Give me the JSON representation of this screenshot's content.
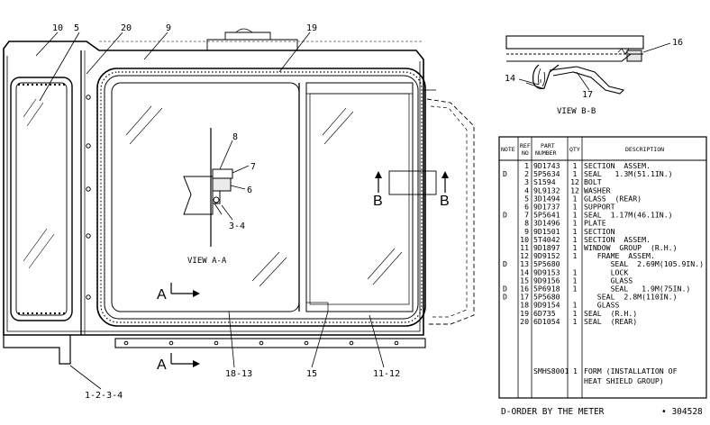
{
  "callouts": {
    "c10": "10",
    "c5": "5",
    "c20": "20",
    "c9": "9",
    "c19": "19",
    "c8": "8",
    "c7": "7",
    "c6": "6",
    "c3_4": "3-4",
    "c18_13": "18-13",
    "c15": "15",
    "c11_12": "11-12",
    "c1_2_3_4": "1-2-3-4",
    "c16": "16",
    "c14": "14",
    "c17": "17"
  },
  "views": {
    "view_aa": "VIEW A-A",
    "view_bb": "VIEW B-B"
  },
  "section_markers": {
    "a_top": "A",
    "a_bottom": "A",
    "b_left": "B",
    "b_right": "B"
  },
  "table": {
    "headers": {
      "note": "NOTE",
      "ref": [
        "REF",
        "NO"
      ],
      "part": [
        "PART",
        "NUMBER"
      ],
      "qty": "QTY",
      "desc": "DESCRIPTION"
    },
    "rows": [
      {
        "note": "",
        "ref": "1",
        "part": "9D1743",
        "qty": "1",
        "desc": "SECTION  ASSEM."
      },
      {
        "note": "D",
        "ref": "2",
        "part": "5P5634",
        "qty": "1",
        "desc": "SEAL   1.3M(51.1IN.)"
      },
      {
        "note": "",
        "ref": "3",
        "part": "S1594",
        "qty": "12",
        "desc": "BOLT"
      },
      {
        "note": "",
        "ref": "4",
        "part": "9L9132",
        "qty": "12",
        "desc": "WASHER"
      },
      {
        "note": "",
        "ref": "5",
        "part": "3D1494",
        "qty": "1",
        "desc": "GLASS  (REAR)"
      },
      {
        "note": "",
        "ref": "6",
        "part": "9D1737",
        "qty": "1",
        "desc": "SUPPORT"
      },
      {
        "note": "D",
        "ref": "7",
        "part": "5P5641",
        "qty": "1",
        "desc": "SEAL  1.17M(46.1IN.)"
      },
      {
        "note": "",
        "ref": "8",
        "part": "3D1496",
        "qty": "1",
        "desc": "PLATE"
      },
      {
        "note": "",
        "ref": "9",
        "part": "9D1501",
        "qty": "1",
        "desc": "SECTION"
      },
      {
        "note": "",
        "ref": "10",
        "part": "5T4042",
        "qty": "1",
        "desc": "SECTION  ASSEM."
      },
      {
        "note": "",
        "ref": "11",
        "part": "9D1897",
        "qty": "1",
        "desc": "WINDOW  GROUP  (R.H.)"
      },
      {
        "note": "",
        "ref": "12",
        "part": "9D9152",
        "qty": "1",
        "desc": "   FRAME  ASSEM."
      },
      {
        "note": "D",
        "ref": "13",
        "part": "5P5680",
        "qty": "",
        "desc": "      SEAL  2.69M(105.9IN.)"
      },
      {
        "note": "",
        "ref": "14",
        "part": "9D9153",
        "qty": "1",
        "desc": "      LOCK"
      },
      {
        "note": "",
        "ref": "15",
        "part": "9D9156",
        "qty": "1",
        "desc": "      GLASS"
      },
      {
        "note": "D",
        "ref": "16",
        "part": "5P6918",
        "qty": "1",
        "desc": "      SEAL   1.9M(75IN.)"
      },
      {
        "note": "D",
        "ref": "17",
        "part": "5P5680",
        "qty": "",
        "desc": "   SEAL  2.8M(110IN.)"
      },
      {
        "note": "",
        "ref": "18",
        "part": "9D9154",
        "qty": "1",
        "desc": "   GLASS"
      },
      {
        "note": "",
        "ref": "19",
        "part": "6D735",
        "qty": "1",
        "desc": "SEAL  (R.H.)"
      },
      {
        "note": "",
        "ref": "20",
        "part": "6D1054",
        "qty": "1",
        "desc": "SEAL  (REAR)"
      }
    ],
    "final_row": {
      "part": "SMHS8001",
      "qty": "1",
      "desc_1": "FORM  (INSTALLATION  OF",
      "desc_2": "HEAT   SHIELD  GROUP)"
    }
  },
  "footer": {
    "note_text": "D-ORDER  BY  THE  METER",
    "figure_number": "• 304528"
  }
}
